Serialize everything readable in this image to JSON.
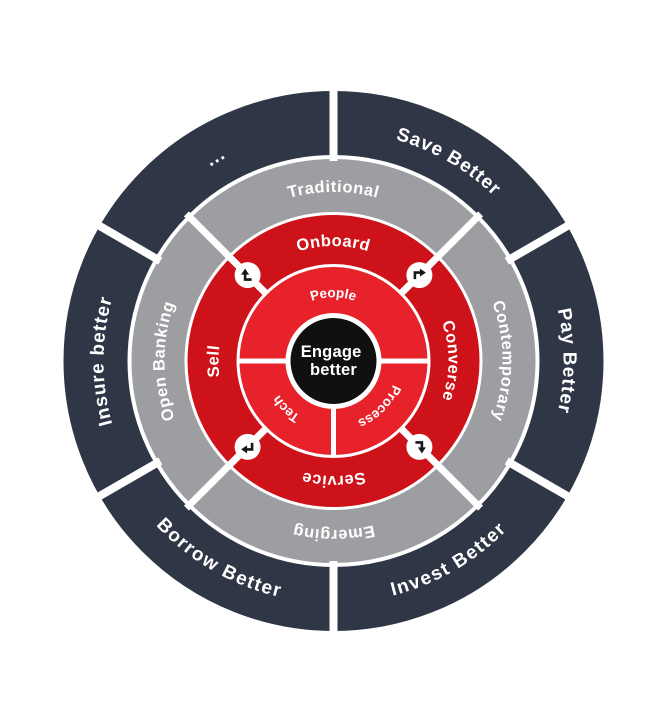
{
  "center": {
    "title_line1": "Engage",
    "title_line2": "better",
    "bg_color": "#101010",
    "text_color": "#ffffff"
  },
  "rings": {
    "outcomes": {
      "color": "#2f3646",
      "labels": {
        "more": "...",
        "save": "Save Better",
        "pay": "Pay Better",
        "invest": "Invest Better",
        "borrow": "Borrow Better",
        "insure": "Insure better"
      }
    },
    "channels": {
      "color": "#9c9ea1",
      "labels": {
        "traditional": "Traditional",
        "contemporary": "Contemporary",
        "emerging": "Emerging",
        "open_banking": "Open Banking"
      }
    },
    "journeys": {
      "color": "#cd1319",
      "labels": {
        "onboard": "Onboard",
        "converse": "Converse",
        "service": "Service",
        "sell": "Sell"
      }
    },
    "enablers": {
      "color": "#e8222a",
      "labels": {
        "people": "People",
        "process": "Process",
        "tech": "Tech"
      }
    }
  },
  "icons": {
    "corner_arrow": "corner-arrow"
  }
}
